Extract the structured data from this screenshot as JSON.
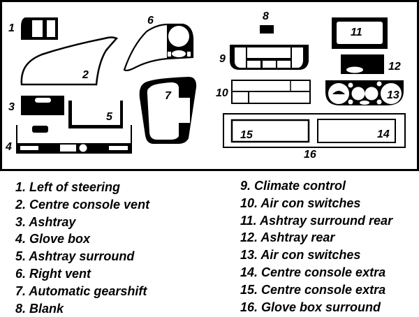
{
  "diagram": {
    "title": "Dashboard trim kit parts",
    "part_numbers": [
      "1",
      "2",
      "3",
      "4",
      "5",
      "6",
      "7",
      "8",
      "9",
      "10",
      "11",
      "12",
      "13",
      "14",
      "15",
      "16"
    ]
  },
  "legend": {
    "left": [
      "1. Left of steering",
      "2. Centre console vent",
      "3. Ashtray",
      "4. Glove box",
      "5. Ashtray surround",
      "6. Right vent",
      "7. Automatic gearshift",
      "8. Blank"
    ],
    "right": [
      "9. Climate control",
      "10. Air con switches",
      "11. Ashtray surround rear",
      "12. Ashtray rear",
      "13. Air con switches",
      "14. Centre console extra",
      "15. Centre console extra",
      "16. Glove box surround"
    ]
  },
  "colors": {
    "ink": "#000000",
    "paper": "#ffffff"
  }
}
